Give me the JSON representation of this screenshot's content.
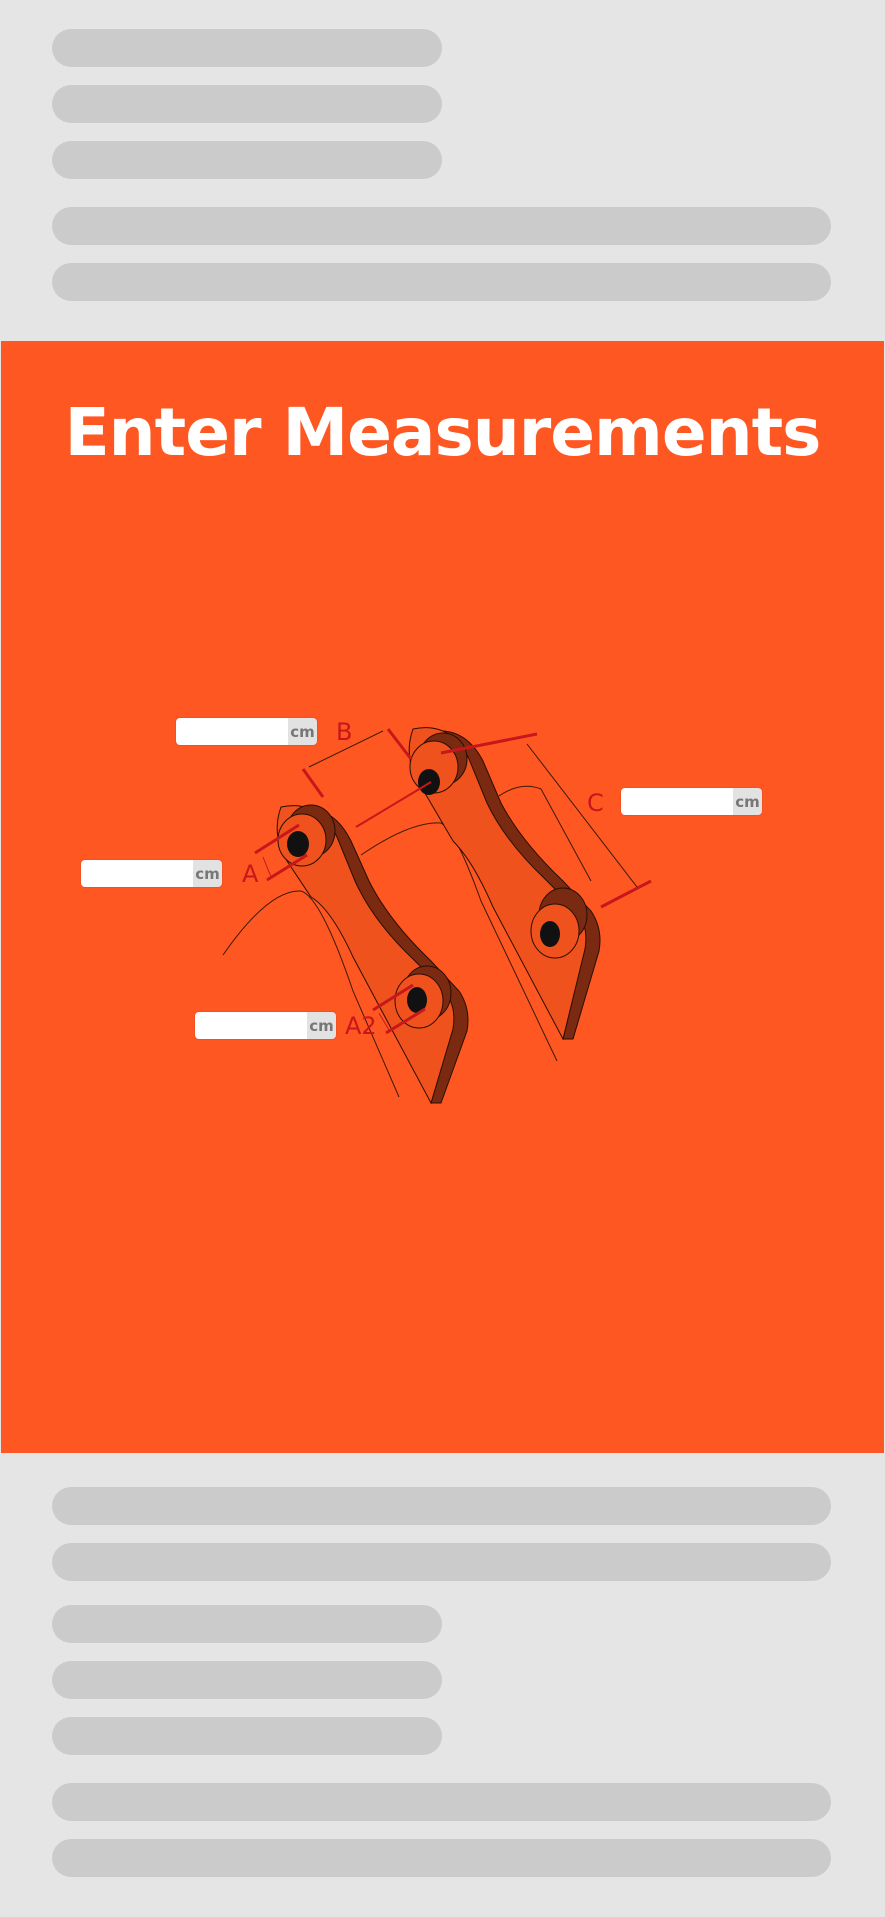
{
  "header_placeholder": {
    "lines": 5
  },
  "measurements": {
    "title": "Enter Measurements",
    "unit": "cm",
    "fields": [
      {
        "label": "B",
        "value": ""
      },
      {
        "label": "C",
        "value": ""
      },
      {
        "label": "A",
        "value": ""
      },
      {
        "label": "A2",
        "value": ""
      }
    ]
  },
  "footer_placeholder": {
    "lines": 7
  },
  "colors": {
    "accent": "#ff5722",
    "dimension_line": "#c8161d",
    "part_fill": "#f0521e",
    "part_edge": "#7a2a10",
    "placeholder_bar": "#cbcbcb",
    "background": "#e5e5e5"
  }
}
